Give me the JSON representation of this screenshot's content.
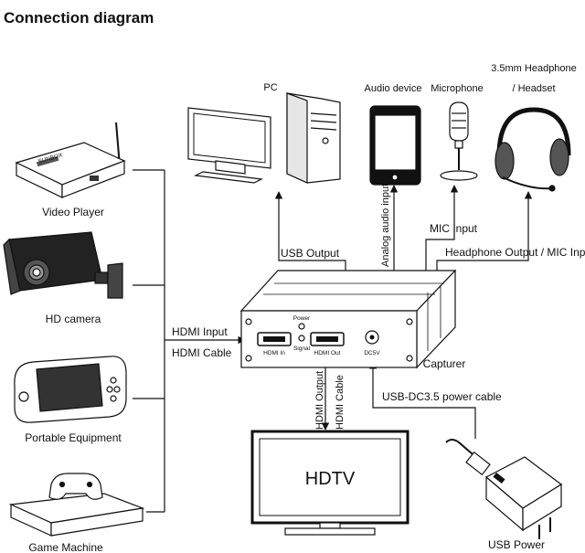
{
  "title": "Connection diagram",
  "sources": {
    "video_player": "Video Player",
    "hd_camera": "HD camera",
    "portable_equipment": "Portable Equipment",
    "game_machine": "Game Machine",
    "video_player_brand": "SUNBOX"
  },
  "top_devices": {
    "pc": "PC",
    "audio_device": "Audio device",
    "microphone": "Microphone",
    "headphone_line1": "3.5mm Headphone",
    "headphone_line2": "/ Headset"
  },
  "capturer": {
    "name": "Capturer",
    "port_hdmi_in": "HDMI In",
    "port_hdmi_out": "HDMI Out",
    "led_power": "Power",
    "led_signal": "Signal",
    "port_dc": "DC5V"
  },
  "connections": {
    "hdmi_input": "HDMI Input",
    "hdmi_cable_left": "HDMI Cable",
    "usb_output": "USB Output",
    "analog_audio_input": "Analog audio input",
    "mic_input": "MIC Input",
    "headphone_output": "Headphone Output / MIC Input",
    "hdmi_output": "HDMI Output",
    "hdmi_cable_down": "HDMI Cable",
    "power_cable": "USB-DC3.5 power cable"
  },
  "hdtv": {
    "screen_text": "HDTV"
  },
  "usb_power": {
    "label": "USB Power"
  }
}
